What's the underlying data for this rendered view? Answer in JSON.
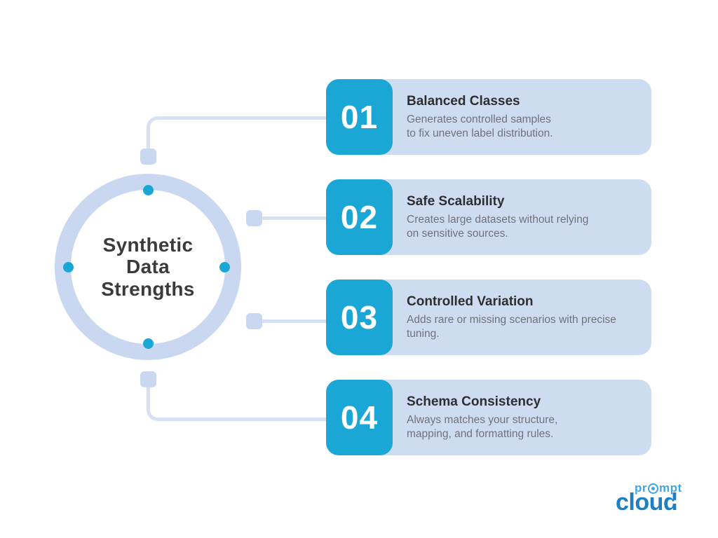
{
  "colors": {
    "accent_cyan": "#1BA7D6",
    "card_background": "#CEDCF2",
    "ring": "#C9D8F0",
    "connector": "#D7E1F4",
    "title_text": "#2E2E31",
    "description_text": "#6E727B",
    "number_text": "#FFFFFF",
    "logo_blue_dark": "#1E7FC2",
    "logo_blue_light": "#3FA6DF"
  },
  "hub": {
    "title_lines": [
      "Synthetic",
      "Data",
      "Strengths"
    ]
  },
  "items": [
    {
      "number": "01",
      "title": "Balanced Classes",
      "description_lines": [
        "Generates controlled samples",
        "to fix uneven label distribution."
      ]
    },
    {
      "number": "02",
      "title": "Safe Scalability",
      "description_lines": [
        "Creates large datasets without relying",
        "on sensitive sources."
      ]
    },
    {
      "number": "03",
      "title": "Controlled Variation",
      "description_lines": [
        "Adds rare or missing scenarios with precise",
        "tuning."
      ]
    },
    {
      "number": "04",
      "title": "Schema Consistency",
      "description_lines": [
        "Always matches your structure,",
        "mapping, and formatting rules."
      ]
    }
  ],
  "logo": {
    "prompt_pre": "pr",
    "prompt_post": "mpt",
    "cloud": "cloud"
  }
}
